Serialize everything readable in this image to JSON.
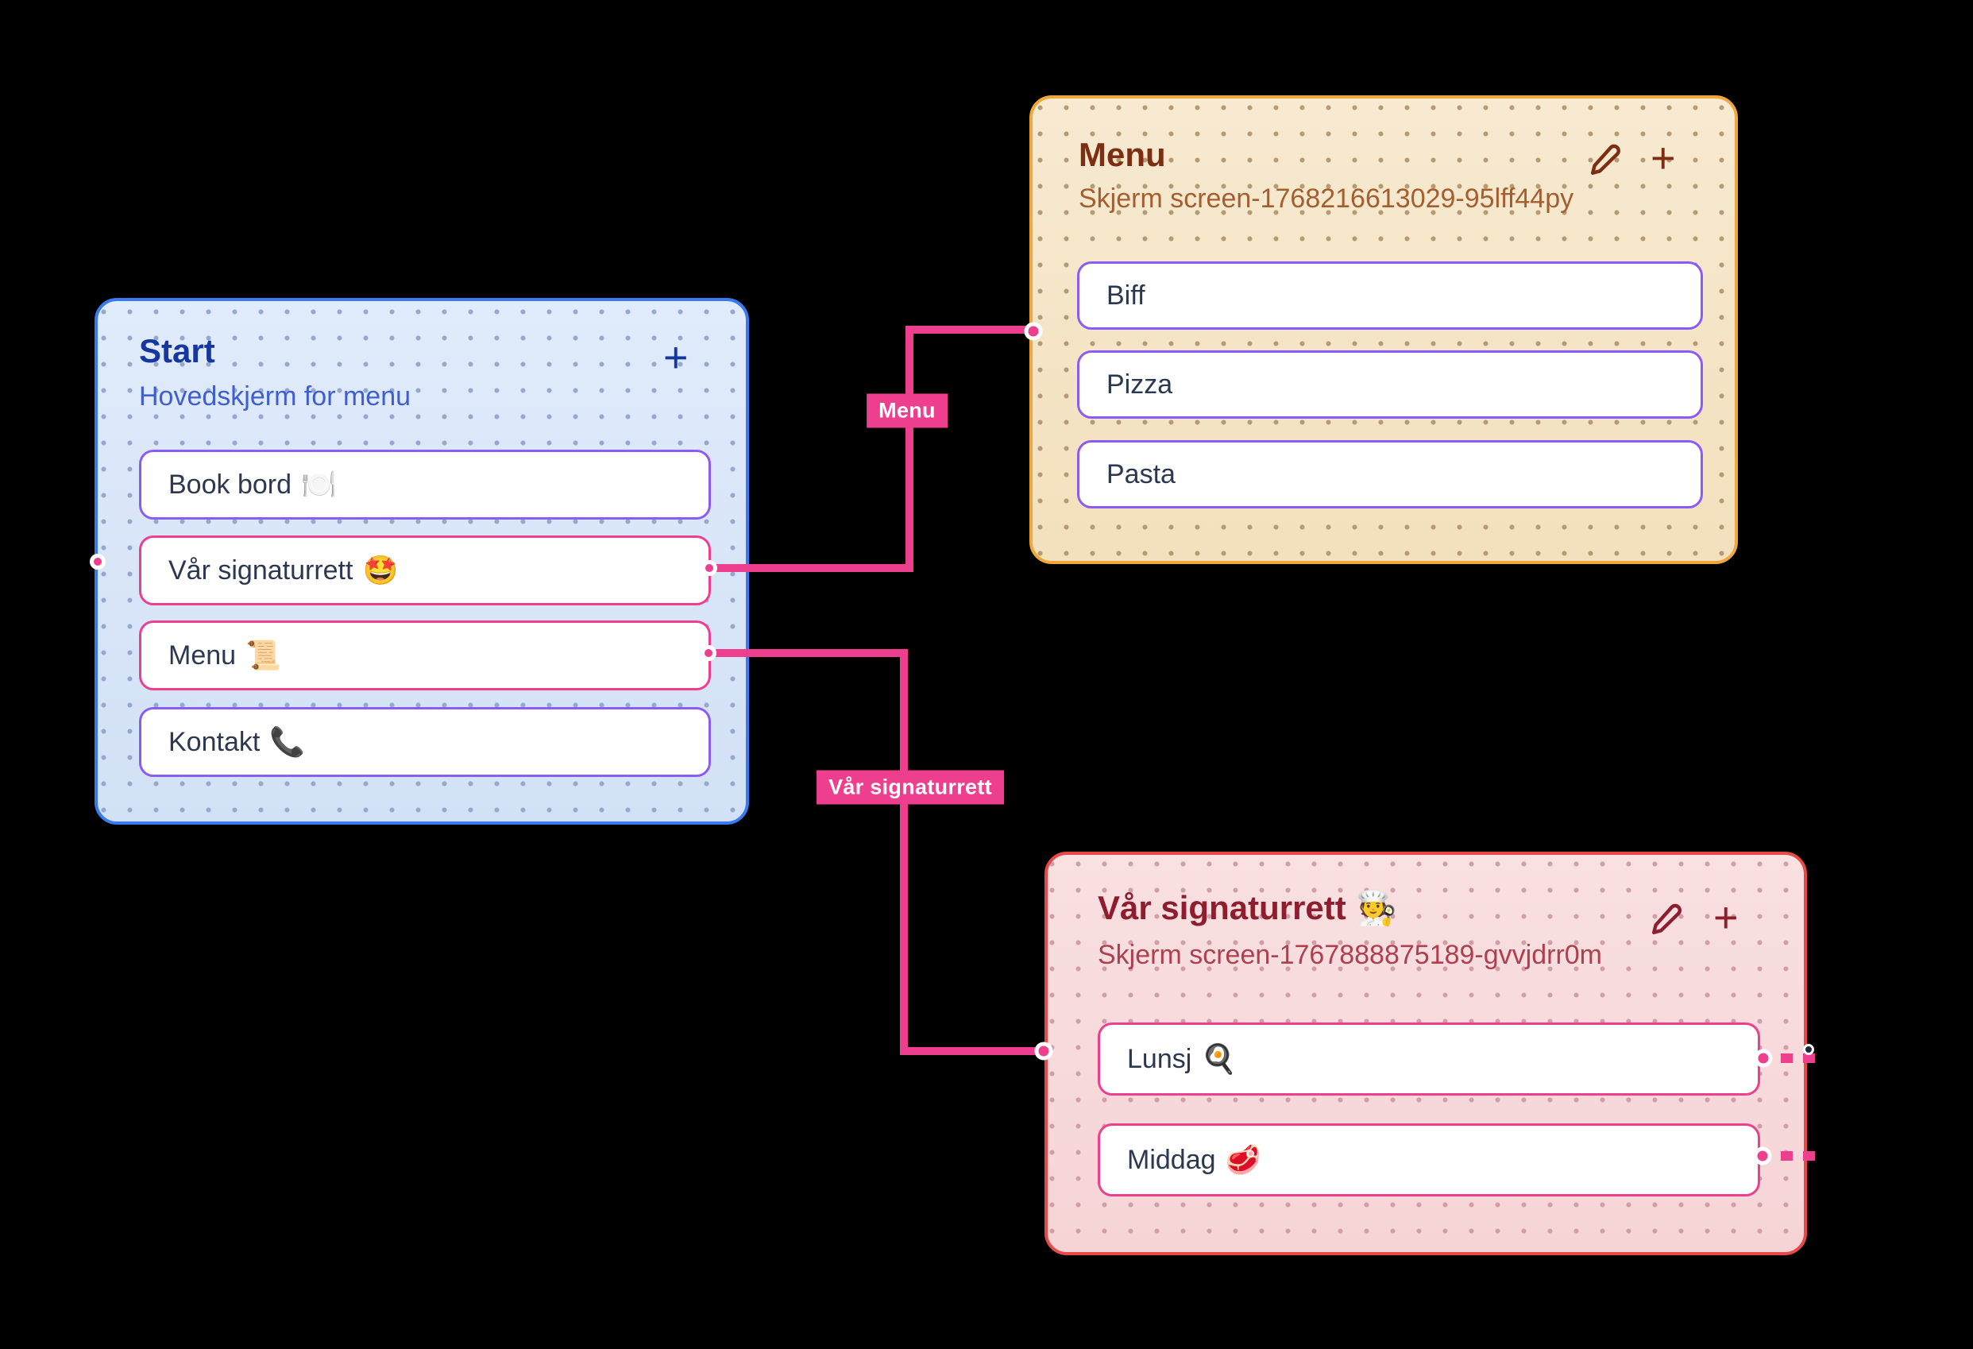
{
  "theme": {
    "canvas-bg": "#000000",
    "connector": "#ee3f8f",
    "label-text": "#ffffff",
    "btn-bg": "#ffffff",
    "btn-text": "#2c3850",
    "btn-purple": "#8a5cf5",
    "btn-pink": "#ee3f8f",
    "navy-dot": "#20263f",
    "start-bg": "#e0ebfb",
    "start-bg2": "#d3e1f6",
    "start-border": "#3a7af0",
    "start-title": "#16379f",
    "start-subtitle": "#3f5ecf",
    "start-dots": "#96a9cc",
    "menu-bg": "#f7ead1",
    "menu-bg2": "#f3e0bd",
    "menu-border": "#f1a73c",
    "menu-title": "#7c2d12",
    "menu-subtitle": "#a55e2f",
    "menu-dots": "#b49b74",
    "sig-bg": "#f9e0e1",
    "sig-bg2": "#f6d4d6",
    "sig-border": "#e74848",
    "sig-title": "#8e1d2d",
    "sig-subtitle": "#ae3f4e",
    "sig-dots": "#cf9fa7"
  },
  "nodes": {
    "start": {
      "title": "Start",
      "subtitle": "Hovedskjerm for menu",
      "add_button": "+",
      "buttons": [
        {
          "label": "Book bord",
          "emoji": "🍽️"
        },
        {
          "label": "Vår signaturrett",
          "emoji": "🤩"
        },
        {
          "label": "Menu",
          "emoji": "📜"
        },
        {
          "label": "Kontakt",
          "emoji": "📞"
        }
      ]
    },
    "menu": {
      "title": "Menu",
      "subtitle": "Skjerm screen-1768216613029-95lff44py",
      "add_button": "+",
      "buttons": [
        {
          "label": "Biff"
        },
        {
          "label": "Pizza"
        },
        {
          "label": "Pasta"
        }
      ]
    },
    "signature": {
      "title": "Vår signaturrett",
      "title_emoji": "🧑‍🍳",
      "subtitle": "Skjerm screen-1767888875189-gvvjdrr0m",
      "add_button": "+",
      "buttons": [
        {
          "label": "Lunsj",
          "emoji": "🍳"
        },
        {
          "label": "Middag",
          "emoji": "🥩"
        }
      ]
    }
  },
  "connectors": [
    {
      "label": "Menu"
    },
    {
      "label": "Vår signaturrett"
    }
  ]
}
